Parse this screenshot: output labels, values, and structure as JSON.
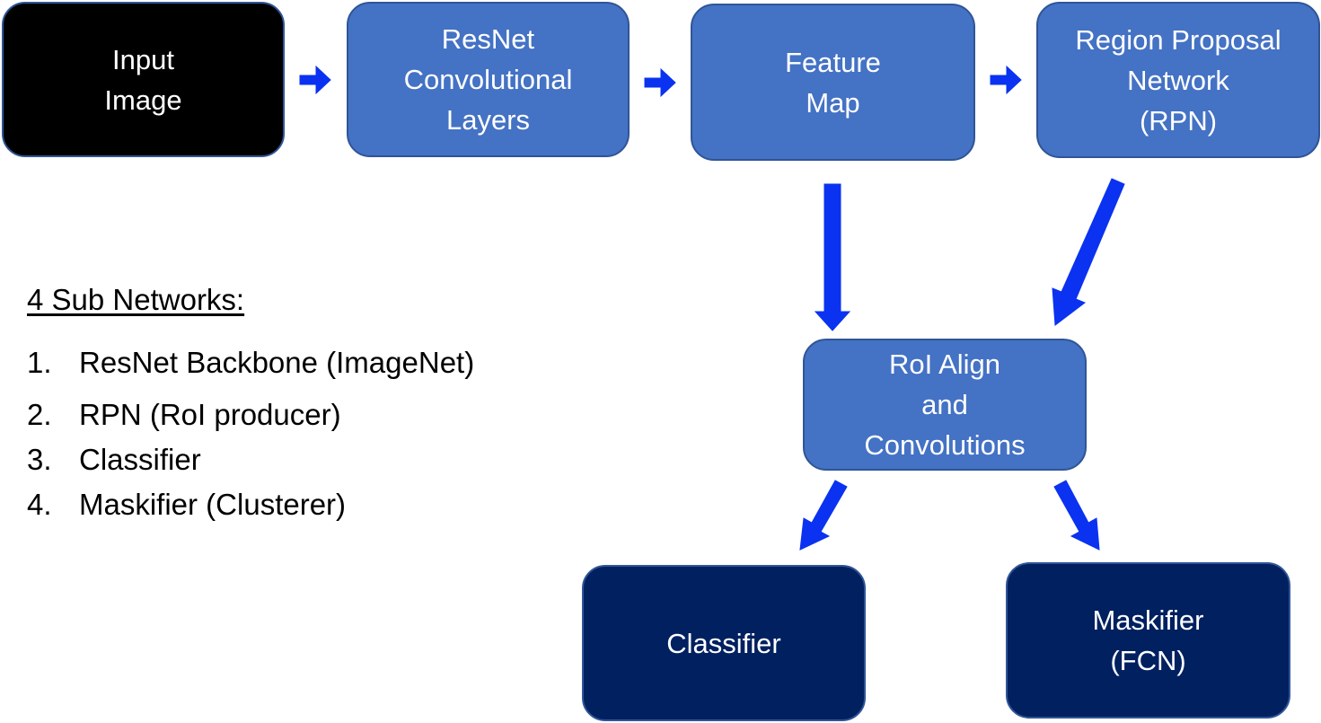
{
  "colors": {
    "input_fill": "#000000",
    "mid_fill": "#4472C4",
    "mid_border": "#2F5597",
    "output_fill": "#002060",
    "arrow": "#0A32F0"
  },
  "nodes": {
    "input": {
      "label": "Input\nImage"
    },
    "resnet": {
      "label": "ResNet\nConvolutional\nLayers"
    },
    "feature_map": {
      "label": "Feature\nMap"
    },
    "rpn": {
      "label": "Region Proposal\nNetwork\n(RPN)"
    },
    "roi_align": {
      "label": "RoI Align\nand\nConvolutions"
    },
    "classifier": {
      "label": "Classifier"
    },
    "maskifier": {
      "label": "Maskifier\n(FCN)"
    }
  },
  "legend": {
    "title": "4 Sub Networks:",
    "items": [
      {
        "num": "1.",
        "text": "ResNet Backbone (ImageNet)"
      },
      {
        "num": "2.",
        "text": "RPN (RoI producer)"
      },
      {
        "num": "3.",
        "text": "Classifier"
      },
      {
        "num": "4.",
        "text": "Maskifier (Clusterer)"
      }
    ]
  },
  "edges": [
    {
      "from": "Input Image",
      "to": "ResNet Convolutional Layers"
    },
    {
      "from": "ResNet Convolutional Layers",
      "to": "Feature Map"
    },
    {
      "from": "Feature Map",
      "to": "Region Proposal Network (RPN)"
    },
    {
      "from": "Feature Map",
      "to": "RoI Align and Convolutions"
    },
    {
      "from": "Region Proposal Network (RPN)",
      "to": "RoI Align and Convolutions"
    },
    {
      "from": "RoI Align and Convolutions",
      "to": "Classifier"
    },
    {
      "from": "RoI Align and Convolutions",
      "to": "Maskifier (FCN)"
    }
  ]
}
